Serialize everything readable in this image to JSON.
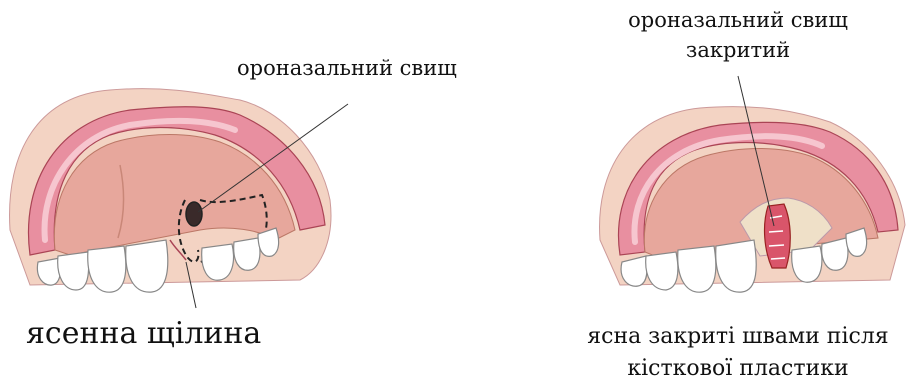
{
  "left": {
    "fistula_label": "ороназальний свищ",
    "gap_label": "ясенна щілина"
  },
  "right": {
    "closed_label_line1": "ороназальний свищ",
    "closed_label_line2": "закритий",
    "sutured_label_line1": "ясна закриті швами після",
    "sutured_label_line2": "кісткової пластики"
  }
}
